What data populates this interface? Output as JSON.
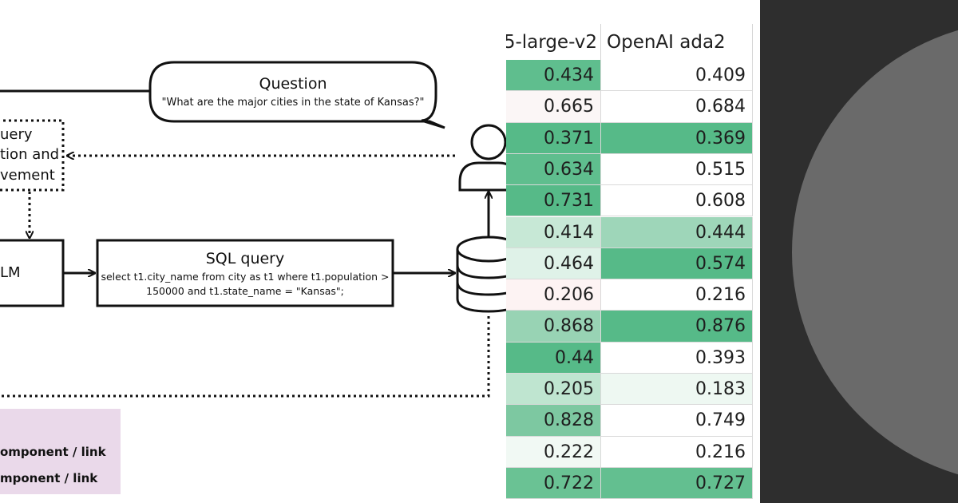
{
  "diagram": {
    "question_title": "Question",
    "question_text": "\"What are the major cities in the state of Kansas?\"",
    "query_box_lines": [
      "uery",
      "tion and",
      "vement"
    ],
    "llm_label": "LM",
    "sql_title": "SQL query",
    "sql_line1": "select t1.city_name from city as t1 where t1.population >",
    "sql_line2": "150000 and t1.state_name = \"Kansas\";",
    "legend_line1": "omponent / link",
    "legend_line2": "mponent / link",
    "icons": [
      "user-icon",
      "database-icon"
    ]
  },
  "table": {
    "headers": [
      "5-large-v2",
      "OpenAI ada2"
    ],
    "rows": [
      {
        "a": "0.434",
        "b": "0.409",
        "a_bg": "#5fbe8e",
        "b_bg": "#ffffff"
      },
      {
        "a": "0.665",
        "b": "0.684",
        "a_bg": "#fbf6f6",
        "b_bg": "#ffffff"
      },
      {
        "a": "0.371",
        "b": "0.369",
        "a_bg": "#56ba88",
        "b_bg": "#56ba88"
      },
      {
        "a": "0.634",
        "b": "0.515",
        "a_bg": "#5fbe8e",
        "b_bg": "#ffffff"
      },
      {
        "a": "0.731",
        "b": "0.608",
        "a_bg": "#56ba88",
        "b_bg": "#ffffff"
      },
      {
        "a": "0.414",
        "b": "0.444",
        "a_bg": "#c7e8d6",
        "b_bg": "#9ed6b9"
      },
      {
        "a": "0.464",
        "b": "0.574",
        "a_bg": "#dff2e8",
        "b_bg": "#56ba88"
      },
      {
        "a": "0.206",
        "b": "0.216",
        "a_bg": "#fdf3f3",
        "b_bg": "#ffffff"
      },
      {
        "a": "0.868",
        "b": "0.876",
        "a_bg": "#98d3b4",
        "b_bg": "#56ba88"
      },
      {
        "a": "0.44",
        "b": "0.393",
        "a_bg": "#56ba88",
        "b_bg": "#ffffff"
      },
      {
        "a": "0.205",
        "b": "0.183",
        "a_bg": "#bfe5d0",
        "b_bg": "#eef8f2"
      },
      {
        "a": "0.828",
        "b": "0.749",
        "a_bg": "#7dc8a1",
        "b_bg": "#ffffff"
      },
      {
        "a": "0.222",
        "b": "0.216",
        "a_bg": "#f1f9f4",
        "b_bg": "#ffffff"
      },
      {
        "a": "0.722",
        "b": "0.727",
        "a_bg": "#6ac294",
        "b_bg": "#63bf90"
      }
    ]
  },
  "colors": {
    "green_strong": "#56ba88",
    "legend_bg": "#ead9ea",
    "dark_panel": "#2e2e2e",
    "circle": "#6a6a6a"
  }
}
